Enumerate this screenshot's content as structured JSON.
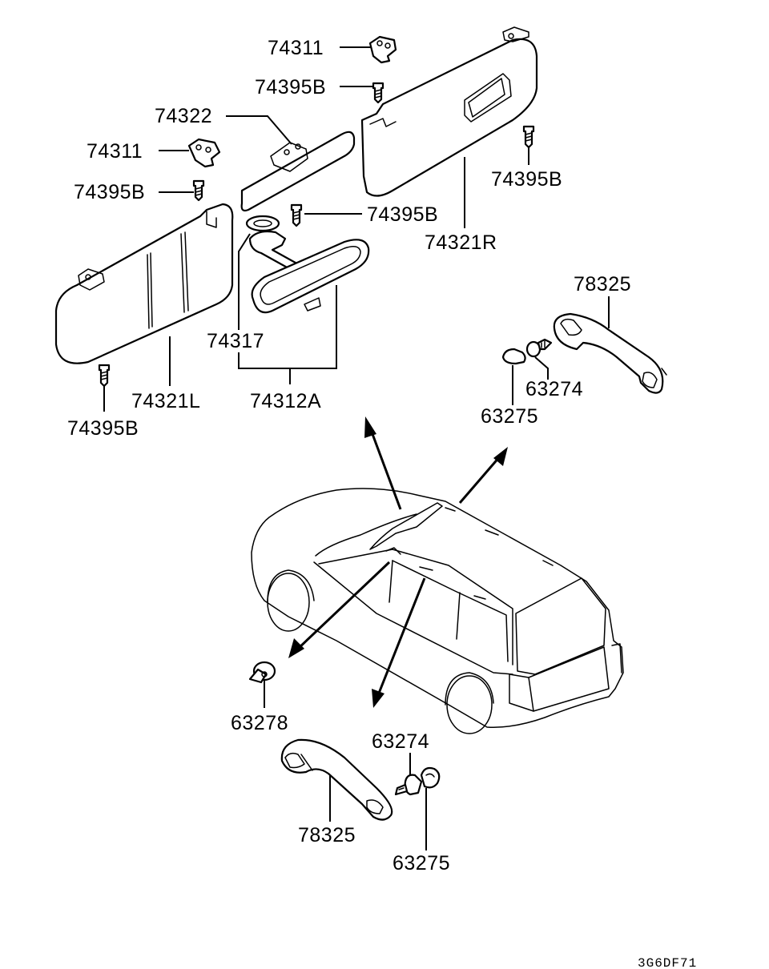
{
  "labels": {
    "p74311_top": "74311",
    "p74395b_top": "74395B",
    "p74322": "74322",
    "p74311_left": "74311",
    "p74395b_left": "74395B",
    "p74395b_mid": "74395B",
    "p74395b_right": "74395B",
    "p74321r": "74321R",
    "p74317": "74317",
    "p74321l": "74321L",
    "p74312a": "74312A",
    "p74395b_bottom": "74395B",
    "p78325_top": "78325",
    "p63274_top": "63274",
    "p63275_top": "63275",
    "p63278": "63278",
    "p63274_bottom": "63274",
    "p78325_bottom": "78325",
    "p63275_bottom": "63275"
  },
  "figure_code": "3G6DF71"
}
